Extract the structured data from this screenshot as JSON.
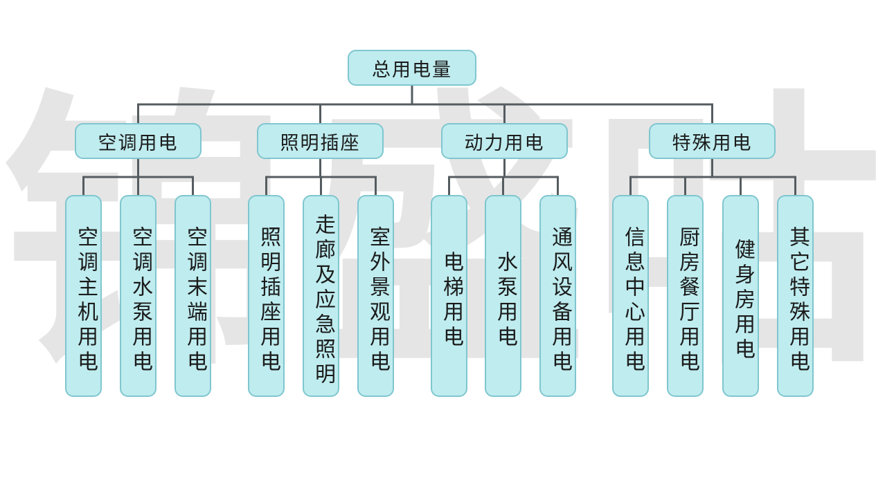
{
  "watermark": {
    "chars": [
      "锦",
      "盛",
      "咕"
    ]
  },
  "root": {
    "label": "总用电量"
  },
  "categories": [
    {
      "label": "空调用电",
      "children": [
        "空调主机用电",
        "空调水泵用电",
        "空调末端用电"
      ]
    },
    {
      "label": "照明插座",
      "children": [
        "照明插座用电",
        "走廊及应急照明",
        "室外景观用电"
      ]
    },
    {
      "label": "动力用电",
      "children": [
        "电梯用电",
        "水泵用电",
        "通风设备用电"
      ]
    },
    {
      "label": "特殊用电",
      "children": [
        "信息中心用电",
        "厨房餐厅用电",
        "健身房用电",
        "其它特殊用电"
      ]
    }
  ],
  "colors": {
    "node_fill": "#bfecef",
    "node_border": "#7fc6cf",
    "connector": "#555c60"
  }
}
